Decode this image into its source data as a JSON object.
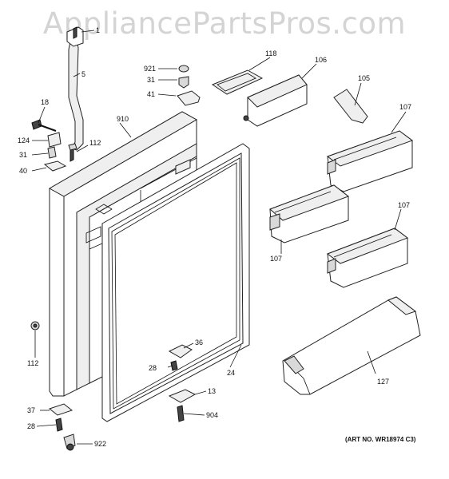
{
  "watermark": "AppliancePartsPros.com",
  "art_number": "(ART NO. WR18974 C3)",
  "callouts": {
    "c1": "1",
    "c5": "5",
    "c18": "18",
    "c124": "124",
    "c31a": "31",
    "c40": "40",
    "c112a": "112",
    "c910": "910",
    "c921": "921",
    "c31b": "31",
    "c41": "41",
    "c118": "118",
    "c106": "106",
    "c105": "105",
    "c107a": "107",
    "c107b": "107",
    "c107c": "107",
    "c112b": "112",
    "c36": "36",
    "c28a": "28",
    "c24": "24",
    "c13": "13",
    "c904": "904",
    "c127": "127",
    "c37": "37",
    "c28b": "28",
    "c922": "922"
  }
}
